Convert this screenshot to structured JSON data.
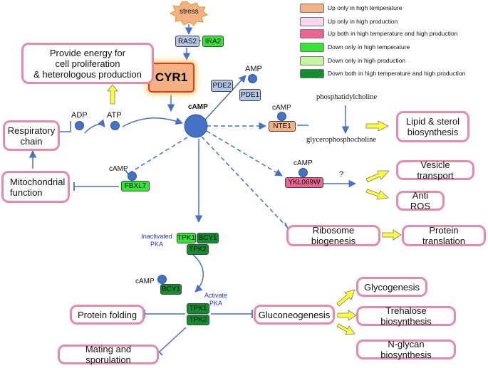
{
  "nodes": {
    "stress": "stress",
    "ras2": "RAS2",
    "ira2": "IRA2",
    "cyr1": "CYR1",
    "camp_center": "cAMP",
    "pde2": "PDE2",
    "pde1": "PDE1",
    "amp": "AMP",
    "adp": "ADP",
    "atp": "ATP",
    "nte1": "NTE1",
    "nte1_camp": "cAMP",
    "fbxl7": "FBXL7",
    "fbxl7_camp": "cAMP",
    "ykl069w": "YKL069W",
    "ykl069w_camp": "cAMP",
    "question": "?",
    "phosphatidylcholine": "phosphatidylcholine",
    "glycerophosphocholine": "glycerophosphocholine",
    "tpk1_a": "TPK1",
    "bcy1_a": "BCY1",
    "tpk2_a": "TPK2",
    "inactivated_pka": "Inactivated\nPKA",
    "bcy1_b": "BCY1",
    "bcy1_b_camp": "cAMP",
    "activate_pka": "Activate\nPKA",
    "tpk1_b": "TPK1",
    "tpk2_b": "TPK2"
  },
  "outcomes": {
    "energy": "Provide energy for\ncell proliferation\n& heterologous production",
    "respiratory": "Respiratory\nchain",
    "mitochondrial": "Mitochondrial\nfunction",
    "lipid": "Lipid & sterol\nbiosynthesis",
    "vesicle": "Vesicle transport",
    "anti_ros": "Anti ROS",
    "ribosome": "Ribosome biogenesis",
    "protein_translation": "Protein translation",
    "protein_folding": "Protein folding",
    "gluconeogenesis": "Gluconeogenesis",
    "glycogenesis": "Glycogenesis",
    "trehalose": "Trehalose biosynthesis",
    "nglycan": "N-glycan biosynthesis",
    "mating": "Mating and sporulation"
  },
  "legend": [
    {
      "label": "Up only in high temperature",
      "color": "#f4b183"
    },
    {
      "label": "Up only in high production",
      "color": "#f8d7f0"
    },
    {
      "label": "Up both in high temperature and high production",
      "color": "#f06292"
    },
    {
      "label": "Down only in high temperature",
      "color": "#33e633"
    },
    {
      "label": "Down only in high production",
      "color": "#c5f5a0"
    },
    {
      "label": "Down both in high temperature and high production",
      "color": "#0f8f2e"
    }
  ],
  "colors": {
    "arrow": "#4472c4",
    "outcome_border": "#e88aa6",
    "yellow_arrow": "#ffff33",
    "ras_fill": "#b4c7e7",
    "cyr1_fill": "#f4b183"
  }
}
